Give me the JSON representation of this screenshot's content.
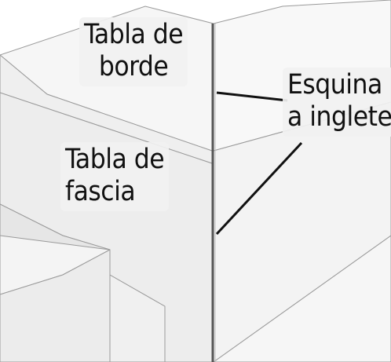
{
  "diagram": {
    "colors": {
      "top_face": "#f5f5f5",
      "fascia_face": "#ededed",
      "right_face": "#f7f7f7",
      "edge_line": "#8a8a8a",
      "leader_line": "#111111",
      "label_background": "#f1f1f1"
    },
    "labels": {
      "tabla_borde": {
        "line1": "Tabla de",
        "line2": "borde"
      },
      "tabla_fascia": {
        "line1": "Tabla de",
        "line2": "fascia"
      },
      "esquina_inglete": {
        "line1": "Esquina",
        "line2": "a inglete"
      }
    }
  }
}
